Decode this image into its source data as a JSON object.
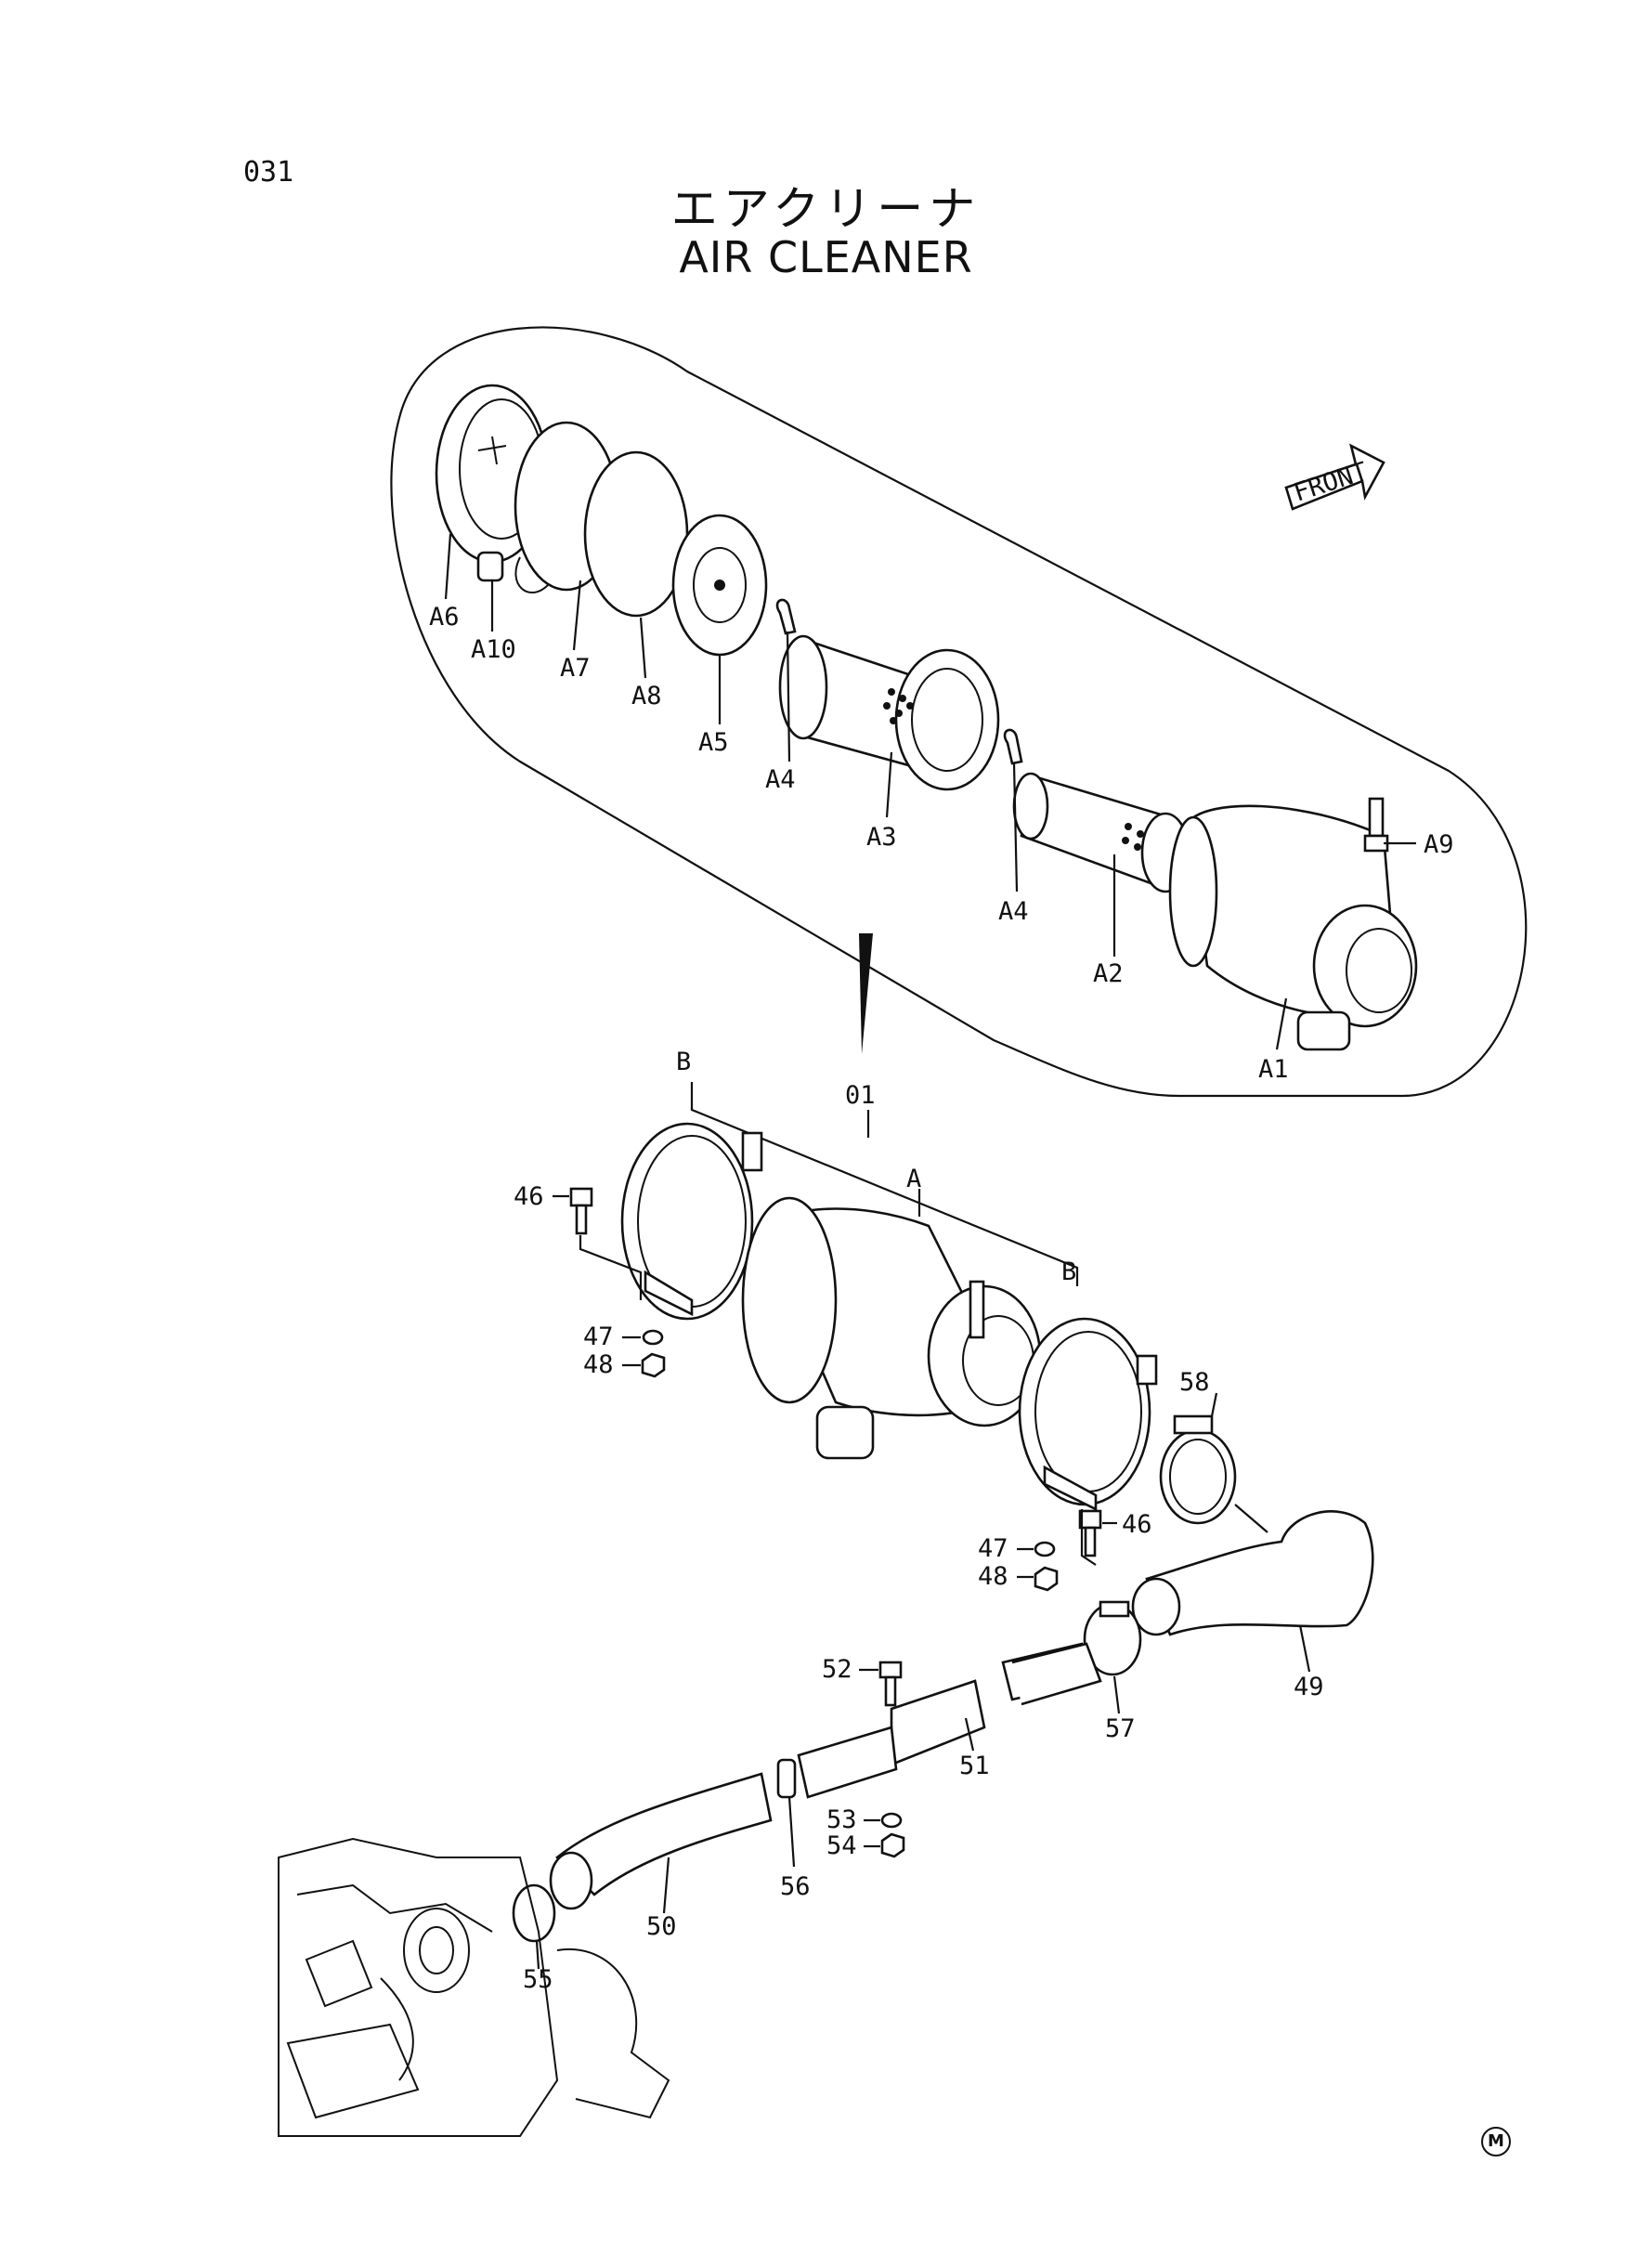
{
  "page_number": "031",
  "title_jp": "エアクリーナ",
  "title_en": "AIR CLEANER",
  "front_label": "FRONT",
  "footer_mark": "M",
  "labels": {
    "A1": "A1",
    "A2": "A2",
    "A3": "A3",
    "A4a": "A4",
    "A4b": "A4",
    "A5": "A5",
    "A6": "A6",
    "A7": "A7",
    "A8": "A8",
    "A9": "A9",
    "A10": "A10",
    "g01": "01",
    "gA": "A",
    "gB1": "B",
    "gB2": "B",
    "p46a": "46",
    "p46b": "46",
    "p47a": "47",
    "p47b": "47",
    "p48a": "48",
    "p48b": "48",
    "p49": "49",
    "p50": "50",
    "p51": "51",
    "p52": "52",
    "p53": "53",
    "p54": "54",
    "p55": "55",
    "p56": "56",
    "p57": "57",
    "p58": "58"
  }
}
